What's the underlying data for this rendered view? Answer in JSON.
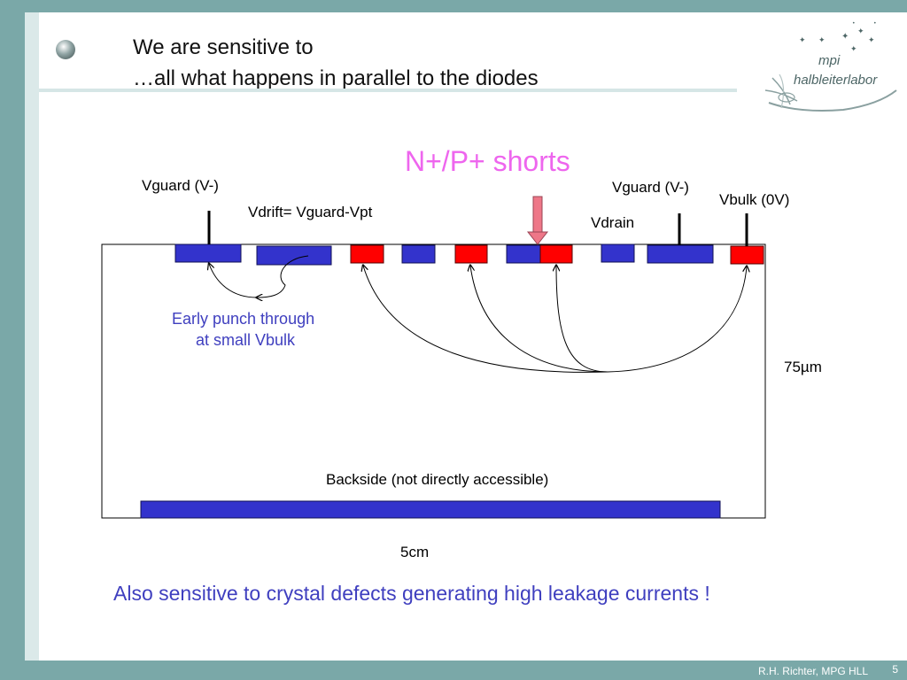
{
  "title": {
    "line1": "We are sensitive to",
    "line2": "…all what happens in parallel to the diodes"
  },
  "logo": {
    "line1": "mpi",
    "line2": "halbleiterlabor"
  },
  "diagram": {
    "shorts_label": "N+/P+ shorts",
    "vguard_left": "Vguard (V-)",
    "vguard_right": "Vguard (V-)",
    "vbulk": "Vbulk (0V)",
    "vdrift": "Vdrift= Vguard-Vpt",
    "vdrain": "Vdrain",
    "thickness": "75µm",
    "width": "5cm",
    "backside": "Backside (not directly accessible)",
    "punch_through_line1": "Early punch through",
    "punch_through_line2": "at small Vbulk"
  },
  "bottom_note": "Also sensitive to crystal defects generating high leakage currents !",
  "footer": {
    "author": "R.H. Richter, MPG HLL",
    "page": "5"
  },
  "colors": {
    "n_implant": "#3333cc",
    "p_implant": "#ff0000",
    "short_arrow": "#ee7788",
    "title_accent": "#ee66ee",
    "note_text": "#3f3fbf"
  },
  "icons": {
    "bullet": "sphere-bullet-icon",
    "logo": "mpi-halbleiterlabor-logo"
  }
}
